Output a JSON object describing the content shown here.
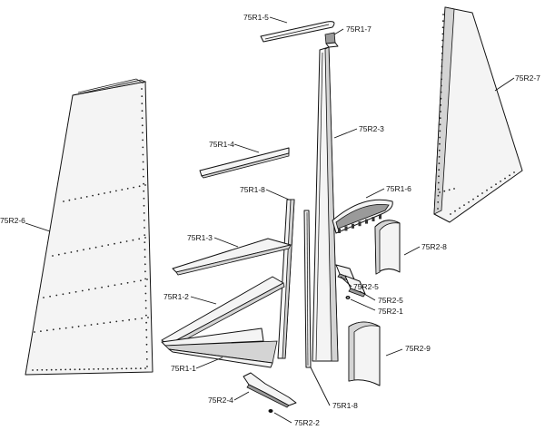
{
  "labels": {
    "r1_5": "75R1-5",
    "r1_7": "75R1-7",
    "r2_7": "75R2-7",
    "r2_3": "75R2-3",
    "r1_4": "75R1-4",
    "r1_6": "75R1-6",
    "r1_8_top": "75R1-8",
    "r2_6": "75R2-6",
    "r1_3": "75R1-3",
    "r2_8": "75R2-8",
    "r2_5_a": "75R2-5",
    "r1_2": "75R1-2",
    "r2_5_b": "75R2-5",
    "r2_1": "75R2-1",
    "r2_9": "75R2-9",
    "r1_1": "75R1-1",
    "r2_4": "75R2-4",
    "r1_8_bottom": "75R1-8",
    "r2_2": "75R2-2"
  }
}
